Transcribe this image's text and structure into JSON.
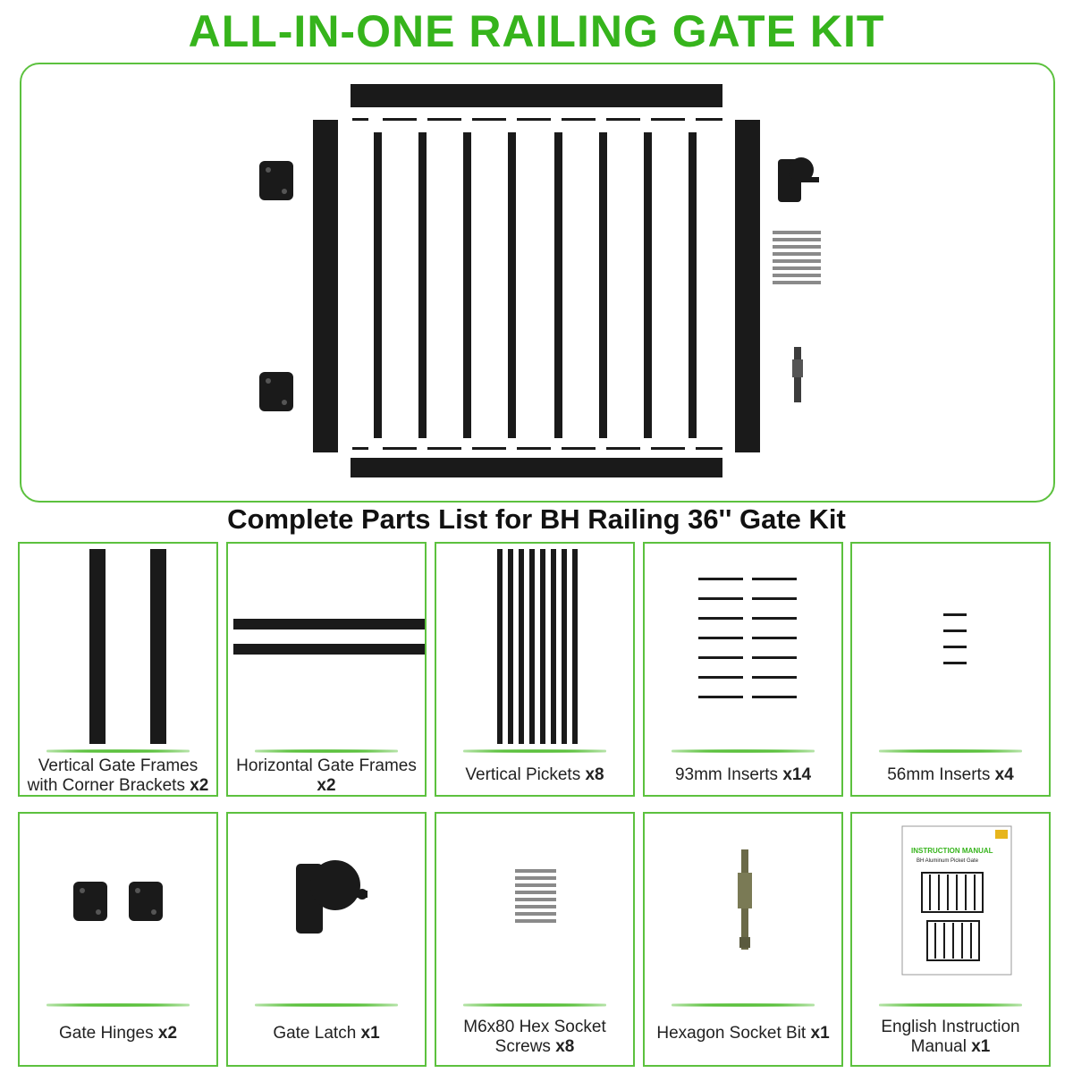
{
  "header": {
    "title": "ALL-IN-ONE RAILING GATE KIT"
  },
  "parts_heading": "Complete Parts List for BH Railing 36'' Gate Kit",
  "parts": [
    {
      "line1": "Vertical Gate Frames",
      "line2": "with Corner Brackets",
      "qty": "x2"
    },
    {
      "line1": "Horizontal Gate Frames",
      "line2": "",
      "qty": "x2"
    },
    {
      "line1": "Vertical Pickets",
      "line2": "",
      "qty": "x8"
    },
    {
      "line1": "93mm Inserts",
      "line2": "",
      "qty": "x14"
    },
    {
      "line1": "56mm Inserts",
      "line2": "",
      "qty": "x4"
    },
    {
      "line1": "Gate Hinges",
      "line2": "",
      "qty": "x2"
    },
    {
      "line1": "Gate Latch",
      "line2": "",
      "qty": "x1"
    },
    {
      "line1": "M6x80 Hex Socket",
      "line2": "Screws",
      "qty": "x8"
    },
    {
      "line1": "Hexagon Socket Bit",
      "line2": "",
      "qty": "x1"
    },
    {
      "line1": "English Instruction",
      "line2": "Manual",
      "qty": "x1"
    }
  ],
  "manual": {
    "heading": "INSTRUCTION MANUAL",
    "subheading": "BH Aluminum Picket Gate"
  },
  "colors": {
    "accent": "#36b41c",
    "frame": "#1a1a1a",
    "border": "#5cc13e"
  }
}
